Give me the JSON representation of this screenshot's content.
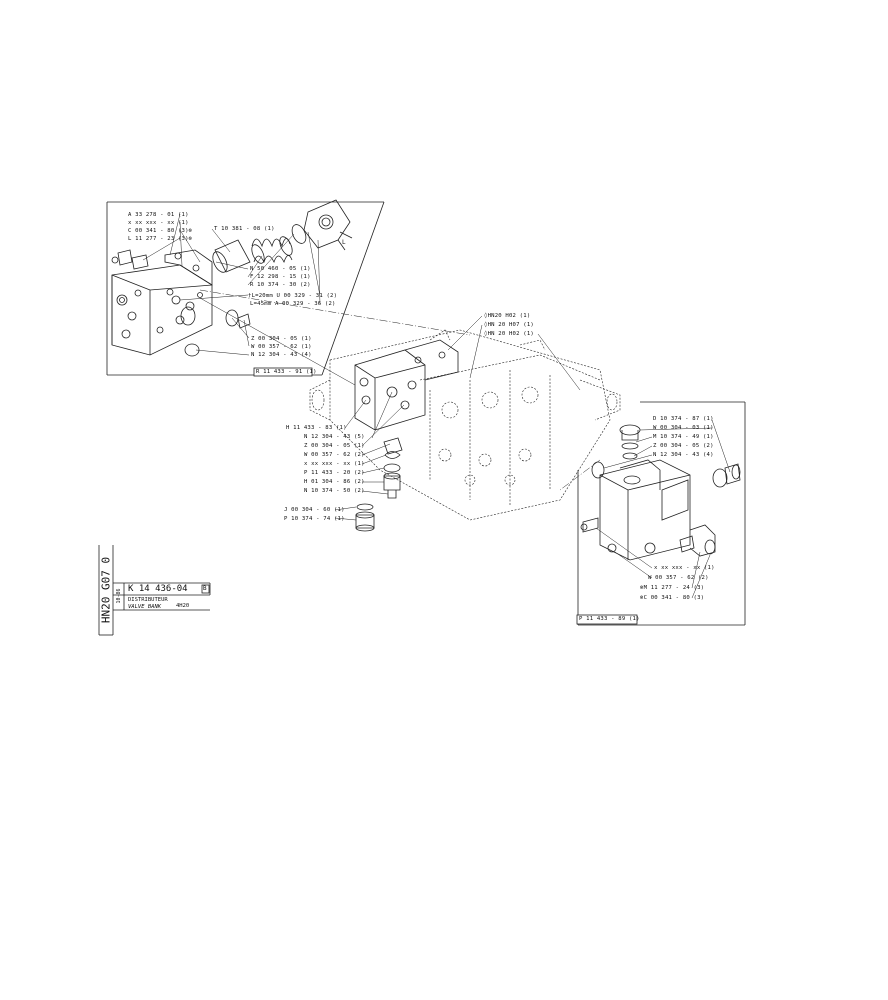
{
  "title_block": {
    "catalog_ref": "HN20 G07 0",
    "part_number": "K 14 436-04",
    "revision_mark": "B",
    "date_code": "10-86",
    "name_fr": "DISTRIBUTEUR",
    "name_en": "VALVE BANK",
    "model": "4H20"
  },
  "callouts": {
    "top_left_box": {
      "left_labels": [
        "A 33 278 - 01 (1)",
        "x xx xxx - xx (1)",
        "C 00 341 - 80 (3)⊗",
        "L 11 277 - 23 (3)⊗"
      ],
      "right_labels": [
        "T 10 381 - 08 (1)",
        "N 50 460 - 05 (1)",
        "F 12 298 - 15 (1)",
        "R 10 374 - 30 (2)",
        "†L=20mm U 00 329 - 31 (2)",
        "L=45mm A 00 329 - 36 (2)"
      ],
      "lower_labels": [
        "Z 00 304 - 05 (1)",
        "W 00 357 - 62 (1)",
        "N 12 304 - 43 (4)"
      ],
      "box_ref": "R 11 433 - 91 (1)",
      "letter_l": "L"
    },
    "center_top_labels": [
      "◊HN20 H02 (1)",
      "◊HN 20 H07 (1)",
      "◊HN 20 H02 (1)"
    ],
    "center_left_labels": [
      "H 11 433 - 83 (1)",
      "N 12 304 - 43 (5)",
      "Z 00 304 - 05 (1)",
      "W 00 357 - 62 (2)",
      "x xx xxx - xx (1)",
      "P 11 433 - 20 (2)",
      "H 01 304 - 86 (2)",
      "N 10 374 - 50 (2)",
      "J 00 304 - 60 (1)",
      "P 10 374 - 74 (1)"
    ],
    "right_box": {
      "top_labels": [
        "D 10 374 - 87 (1)",
        "W 00 304 - 03 (1)",
        "M 10 374 - 49 (1)",
        "Z 00 304 - 05 (2)",
        "N 12 304 - 43 (4)"
      ],
      "bottom_labels": [
        "x xx xxx - xx (1)",
        "W 00 357 - 62 (2)",
        "⊗M 11 277 - 24 (3)",
        "⊗C 00 341 - 80 (3)"
      ],
      "box_ref": "P 11 433 - 89 (1)"
    }
  }
}
